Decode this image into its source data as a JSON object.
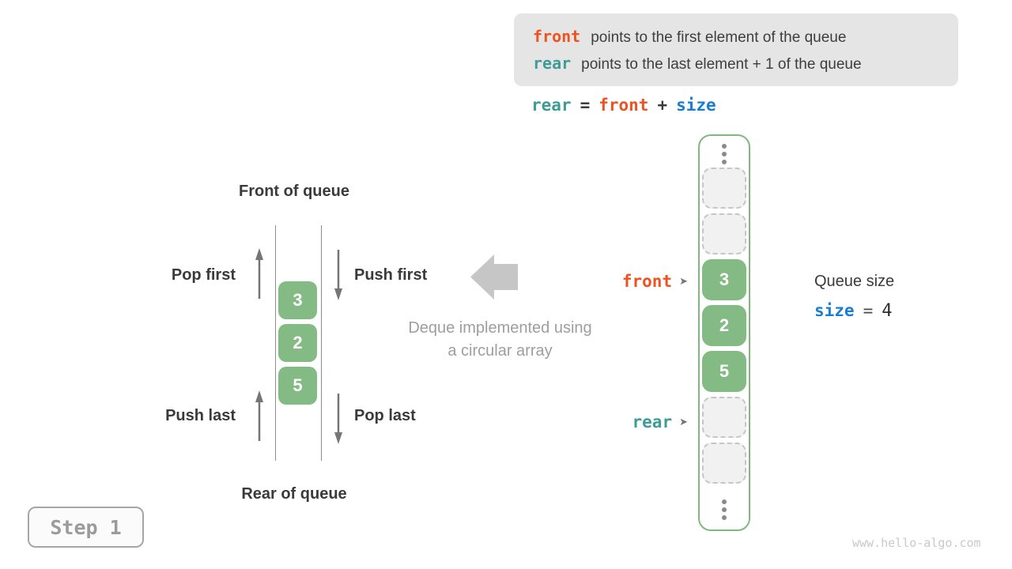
{
  "colors": {
    "orange": "#ed5320",
    "teal": "#3d9c96",
    "blue": "#1a7ed0",
    "green": "#84ba84",
    "gray_caption": "#9e9e9e",
    "dark_text": "#3d3d3d",
    "info_box_bg": "#e5e5e5"
  },
  "info_box": {
    "lines": [
      {
        "code": "front",
        "text": "points to the first element of the queue"
      },
      {
        "code": "rear",
        "text": "points to the last element + 1 of the queue"
      }
    ]
  },
  "formula": {
    "lhs": "rear",
    "eq": "=",
    "op1": "front",
    "plus": "+",
    "op2": "size"
  },
  "left_diagram": {
    "front_label": "Front of queue",
    "rear_label": "Rear of queue",
    "pop_first": "Pop first",
    "push_first": "Push first",
    "push_last": "Push last",
    "pop_last": "Pop last",
    "values": [
      "3",
      "2",
      "5"
    ]
  },
  "center_caption": {
    "line1": "Deque implemented using",
    "line2": "a circular array"
  },
  "right_array": {
    "front_pointer": "front",
    "rear_pointer": "rear",
    "pointer_glyph": "➤",
    "values": [
      "3",
      "2",
      "5"
    ]
  },
  "queue_size": {
    "label": "Queue size",
    "var": "size",
    "eq": "=",
    "value": "4"
  },
  "step_badge": {
    "label": "Step 1"
  },
  "watermark": "www.hello-algo.com"
}
